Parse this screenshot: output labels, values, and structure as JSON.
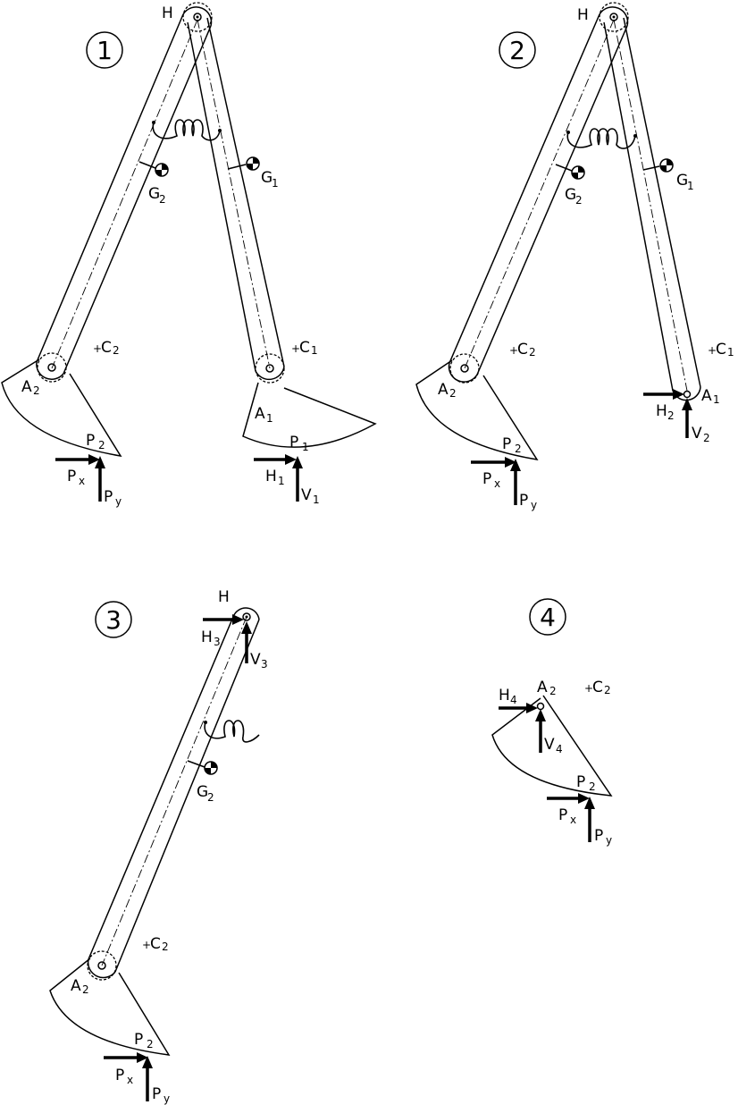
{
  "panels": [
    {
      "number": "1",
      "labels": {
        "H": "H",
        "C1_plus": "+",
        "C1": "C",
        "C1_sub": "1",
        "C2_plus": "+",
        "C2": "C",
        "C2_sub": "2",
        "G1": "G",
        "G1_sub": "1",
        "G2": "G",
        "G2_sub": "2",
        "A1": "A",
        "A1_sub": "1",
        "A2": "A",
        "A2_sub": "2",
        "P1": "P",
        "P1_sub": "1",
        "P2": "P",
        "P2_sub": "2",
        "H1": "H",
        "H1_sub": "1",
        "V1": "V",
        "V1_sub": "1",
        "Px": "P",
        "Px_sub": "x",
        "Py": "P",
        "Py_sub": "y"
      }
    },
    {
      "number": "2",
      "labels": {
        "H": "H",
        "C1_plus": "+",
        "C1": "C",
        "C1_sub": "1",
        "C2_plus": "+",
        "C2": "C",
        "C2_sub": "2",
        "G1": "G",
        "G1_sub": "1",
        "G2": "G",
        "G2_sub": "2",
        "A1": "A",
        "A1_sub": "1",
        "A2": "A",
        "A2_sub": "2",
        "P2": "P",
        "P2_sub": "2",
        "H2": "H",
        "H2_sub": "2",
        "V2": "V",
        "V2_sub": "2",
        "Px": "P",
        "Px_sub": "x",
        "Py": "P",
        "Py_sub": "y"
      }
    },
    {
      "number": "3",
      "labels": {
        "H": "H",
        "C2_plus": "+",
        "C2": "C",
        "C2_sub": "2",
        "G2": "G",
        "G2_sub": "2",
        "A2": "A",
        "A2_sub": "2",
        "P2": "P",
        "P2_sub": "2",
        "H3": "H",
        "H3_sub": "3",
        "V3": "V",
        "V3_sub": "3",
        "Px": "P",
        "Px_sub": "x",
        "Py": "P",
        "Py_sub": "y"
      }
    },
    {
      "number": "4",
      "labels": {
        "A2": "A",
        "A2_sub": "2",
        "C2_plus": "+",
        "C2": "C",
        "C2_sub": "2",
        "P2": "P",
        "P2_sub": "2",
        "H4": "H",
        "H4_sub": "4",
        "V4": "V",
        "V4_sub": "4",
        "Px": "P",
        "Px_sub": "x",
        "Py": "P",
        "Py_sub": "y"
      }
    }
  ]
}
